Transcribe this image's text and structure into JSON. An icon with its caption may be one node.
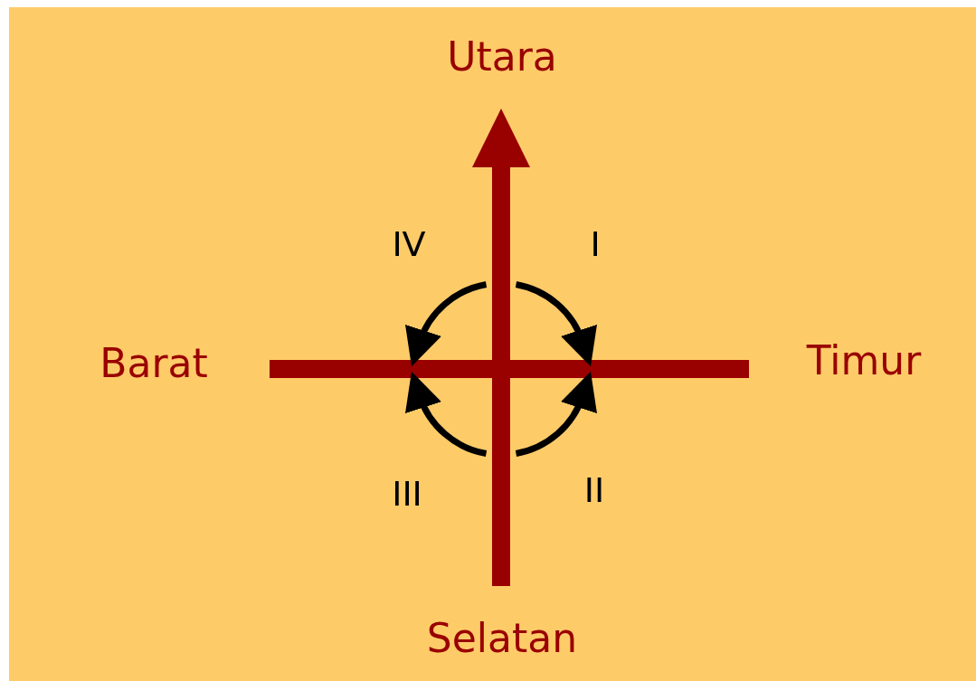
{
  "diagram": {
    "labels": [
      "Utara",
      "IV",
      "I",
      "Barat",
      "Timur",
      "III",
      "II",
      "Selatan"
    ]
  }
}
